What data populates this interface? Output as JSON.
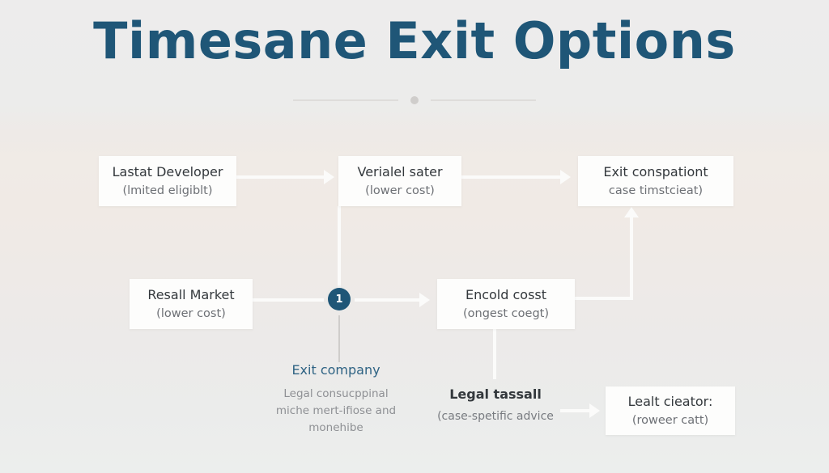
{
  "header": {
    "title": "Timesane Exit Options",
    "divider_icon": "dot-divider"
  },
  "colors": {
    "title_blue": "#1f5677",
    "accent_blue": "#2f6384",
    "badge_blue": "#1f5677",
    "node_bg": "#fdfdfc",
    "node_title": "#33383c",
    "node_sub": "#6d7075",
    "muted_text": "#8e9094",
    "connector_white": "#fbfbfa",
    "connector_gray": "#cfcdcb"
  },
  "diagram": {
    "nodes": [
      {
        "id": "lastat-developer",
        "title": "Lastat Developer",
        "subtitle": "(lmited eligiblt)"
      },
      {
        "id": "verialel-sater",
        "title": "Verialel sater",
        "subtitle": "(lower cost)"
      },
      {
        "id": "exit-conspationt",
        "title": "Exit conspationt",
        "subtitle": "case timstcieat)"
      },
      {
        "id": "resall-market",
        "title": "Resall Market",
        "subtitle": "(lower cost)"
      },
      {
        "id": "encold-cosst",
        "title": "Encold cosst",
        "subtitle": "(ongest coegt)"
      },
      {
        "id": "lealt-cieator",
        "title": "Lealt cieator:",
        "subtitle": "(roweer catt)"
      }
    ],
    "text_groups": [
      {
        "id": "exit-company",
        "title": "Exit company",
        "lines": [
          "Legal consucppinal",
          "miche mert-ifiose and",
          "monehibe"
        ]
      },
      {
        "id": "legal-tassall",
        "title": "Legal tassall",
        "lines": [
          "(case-spetific advice"
        ]
      }
    ],
    "badge": {
      "label": "1"
    }
  }
}
